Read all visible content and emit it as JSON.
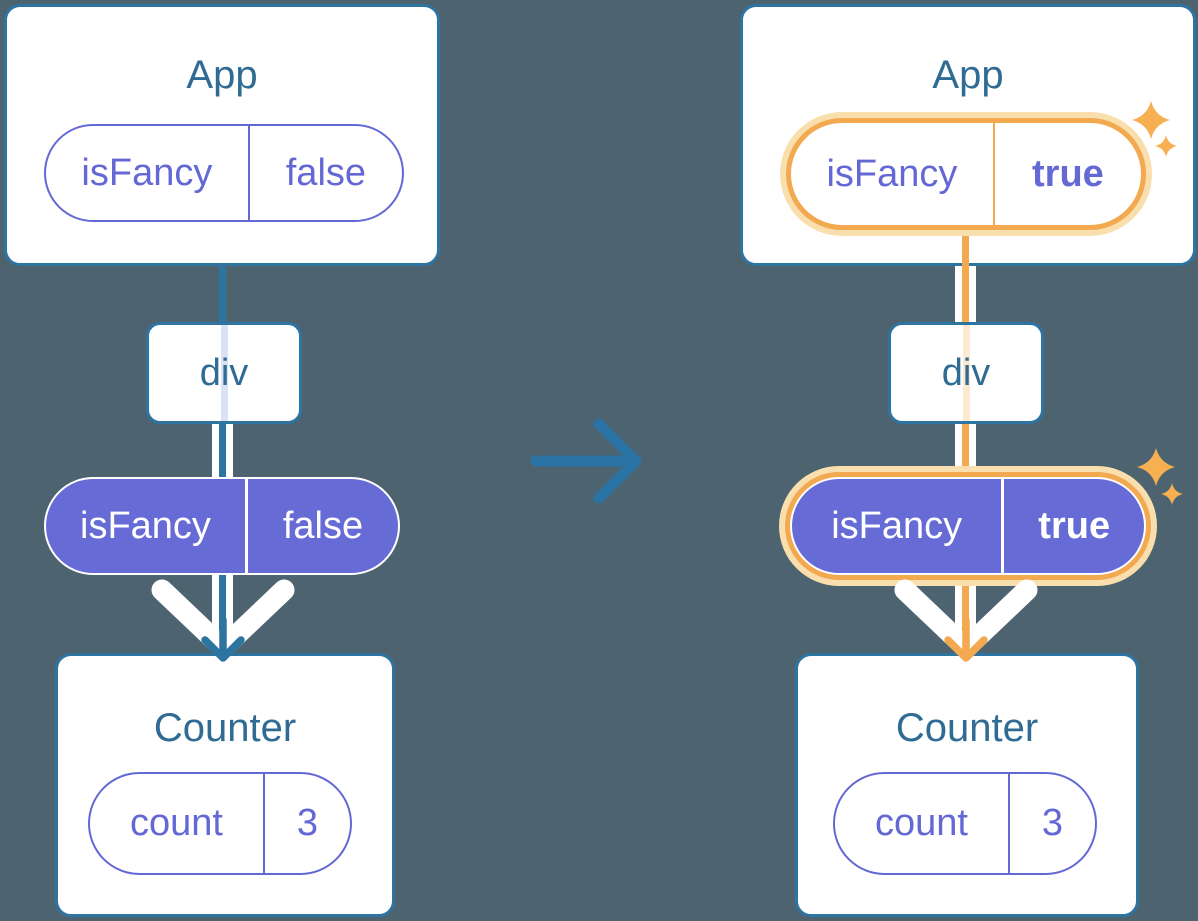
{
  "background_color": "#4d6370",
  "colors": {
    "card_border_blue": "#2e74a1",
    "title_text_blue": "#2f6b93",
    "transition_arrow_blue": "#2b73a4",
    "prop_purple_text": "#6468d5",
    "prop_purple_fill": "#666bd6",
    "highlight_orange": "#f2a950",
    "highlight_orange_glow": "#fadfae",
    "sparkle_orange": "#f6b052",
    "faint_trace_lavender": "#dbe2f6",
    "faint_trace_peach": "#fcead0",
    "render_flow_white": "#ffffff"
  },
  "icons": {
    "transition": "arrow-right-icon",
    "render_flow_left": "chevron-down-arrow-icon",
    "render_flow_right": "chevron-down-arrow-icon",
    "highlight": "sparkles-icon"
  },
  "left_tree": {
    "app": {
      "title": "App",
      "prop_name": "isFancy",
      "prop_value": "false"
    },
    "div": {
      "label": "div"
    },
    "passed_prop": {
      "name": "isFancy",
      "value": "false"
    },
    "counter": {
      "title": "Counter",
      "state_name": "count",
      "state_value": "3"
    }
  },
  "right_tree": {
    "app": {
      "title": "App",
      "prop_name": "isFancy",
      "prop_value": "true"
    },
    "div": {
      "label": "div"
    },
    "passed_prop": {
      "name": "isFancy",
      "value": "true"
    },
    "counter": {
      "title": "Counter",
      "state_name": "count",
      "state_value": "3"
    }
  }
}
